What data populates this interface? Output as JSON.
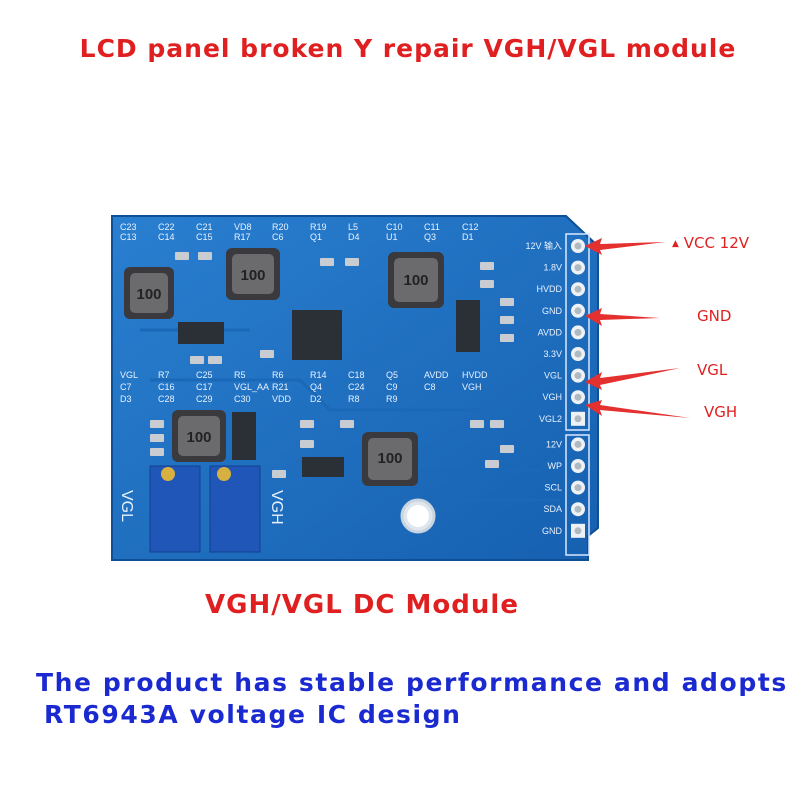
{
  "title": "LCD panel broken Y repair VGH/VGL module",
  "subtitle": "VGH/VGL DC Module",
  "description": [
    "The product has stable performance and adopts",
    "RT6943A voltage IC design"
  ],
  "callouts": [
    {
      "label": "VCC 12V",
      "marker": "triangle-up-icon"
    },
    {
      "label": "GND"
    },
    {
      "label": "VGL"
    },
    {
      "label": "VGH"
    }
  ],
  "board": {
    "pin_labels": [
      "12V 输入",
      "1.8V",
      "HVDD",
      "GND",
      "AVDD",
      "3.3V",
      "VGL",
      "VGH",
      "VGL2",
      "12V",
      "WP",
      "SCL",
      "SDA",
      "GND"
    ],
    "pot_labels": [
      "VGL",
      "VGH"
    ],
    "inductor_marking": "100",
    "component_labels": [
      "C23",
      "C22",
      "C21",
      "VD8",
      "R20",
      "R19",
      "L5",
      "C10",
      "C11",
      "C12",
      "C13",
      "C14",
      "C15",
      "R17",
      "C6",
      "Q1",
      "D4",
      "U1",
      "Q3",
      "D1",
      "VGL",
      "R7",
      "C25",
      "R5",
      "R6",
      "R14",
      "C18",
      "Q5",
      "AVDD",
      "HVDD",
      "C7",
      "C16",
      "C17",
      "VGL_AA",
      "R21",
      "Q4",
      "C24",
      "C9",
      "C8",
      "VGH",
      "D3",
      "C28",
      "C29",
      "C30",
      "VDD",
      "D2",
      "R8",
      "R9"
    ]
  },
  "colors": {
    "accent_red": "#e02020",
    "text_blue": "#1a2ad0",
    "pcb_blue": "#1f6fc0"
  }
}
